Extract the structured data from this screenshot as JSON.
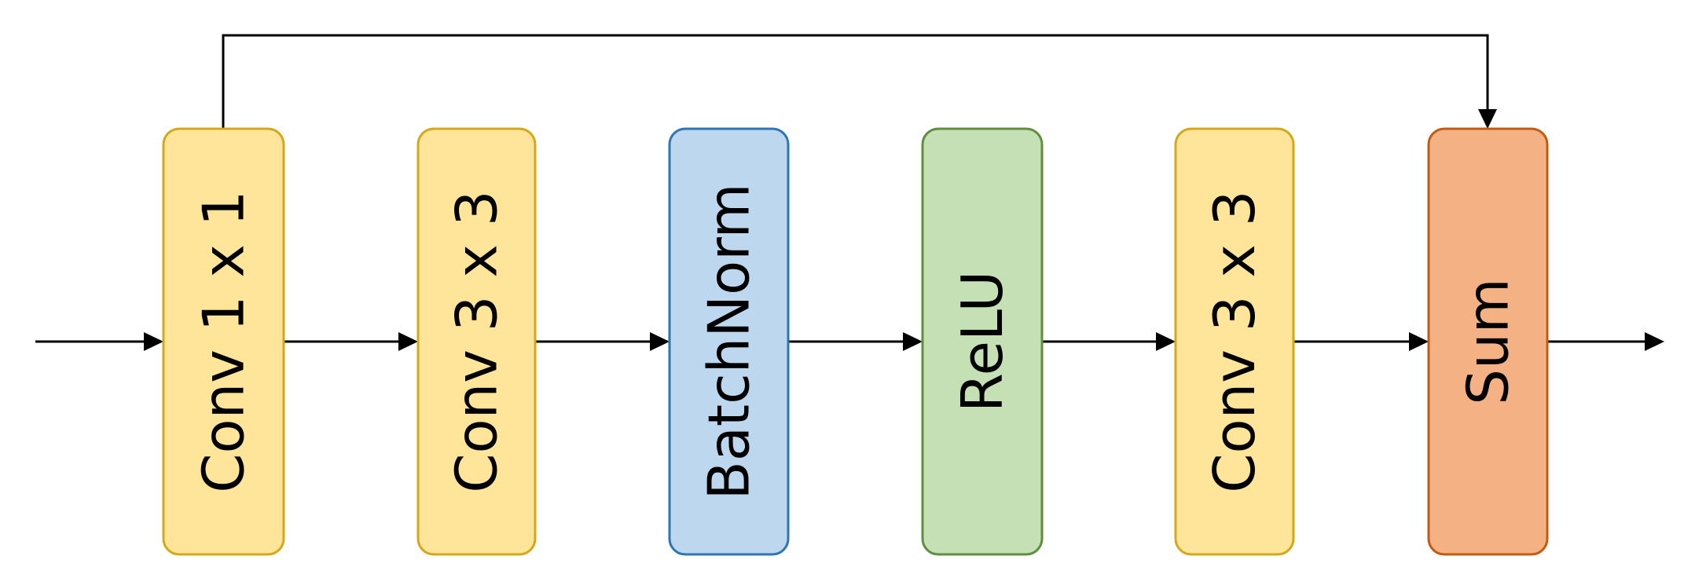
{
  "blocks": [
    {
      "id": "conv1x1",
      "label": "Conv 1 x 1",
      "fill": "#FFE599",
      "stroke": "#D6A718"
    },
    {
      "id": "conv3x3-a",
      "label": "Conv 3 x 3",
      "fill": "#FFE599",
      "stroke": "#D6A718"
    },
    {
      "id": "batchnorm",
      "label": "BatchNorm",
      "fill": "#BDD7EE",
      "stroke": "#2E75B6"
    },
    {
      "id": "relu",
      "label": "ReLU",
      "fill": "#C5E0B4",
      "stroke": "#5E8E3E"
    },
    {
      "id": "conv3x3-b",
      "label": "Conv 3 x 3",
      "fill": "#FFE599",
      "stroke": "#D6A718"
    },
    {
      "id": "sum",
      "label": "Sum",
      "fill": "#F4B183",
      "stroke": "#C55A11"
    }
  ],
  "colors": {
    "arrow": "#000000",
    "background": "#FFFFFF"
  }
}
